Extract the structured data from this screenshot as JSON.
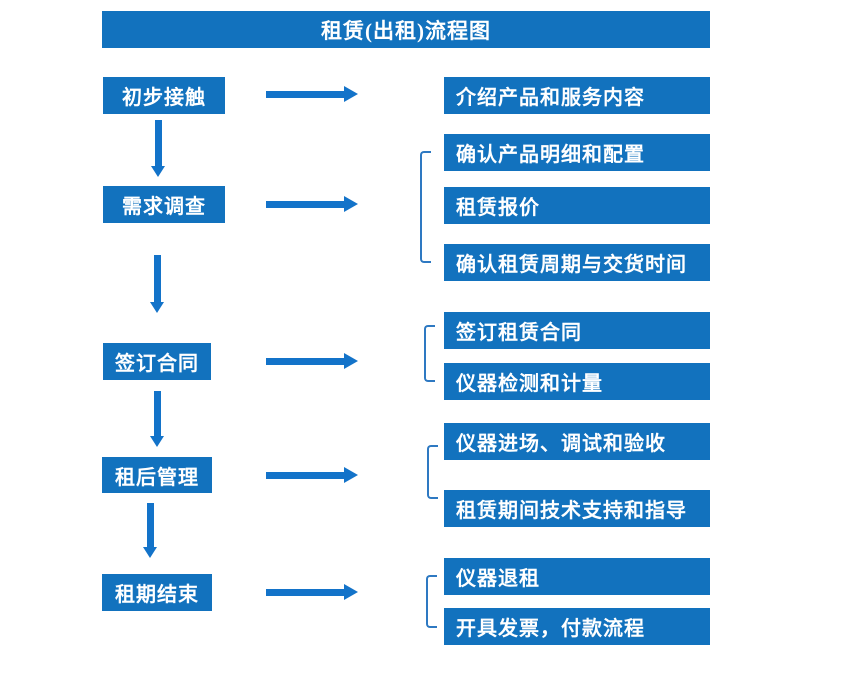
{
  "title": "租赁(出租)流程图",
  "colors": {
    "box_blue": "#1272BE",
    "arrow_blue": "#1373C9",
    "bracket_blue": "#2E79C2",
    "text_white": "#FFFFFF",
    "background": "#FFFFFF"
  },
  "stages": [
    {
      "label": "初步接触"
    },
    {
      "label": "需求调查"
    },
    {
      "label": "签订合同"
    },
    {
      "label": "租后管理"
    },
    {
      "label": "租期结束"
    }
  ],
  "details": [
    {
      "label": "介绍产品和服务内容"
    },
    {
      "label": "确认产品明细和配置"
    },
    {
      "label": "租赁报价"
    },
    {
      "label": "确认租赁周期与交货时间"
    },
    {
      "label": "签订租赁合同"
    },
    {
      "label": "仪器检测和计量"
    },
    {
      "label": "仪器进场、调试和验收"
    },
    {
      "label": "租赁期间技术支持和指导"
    },
    {
      "label": "仪器退租"
    },
    {
      "label": "开具发票，付款流程"
    }
  ]
}
